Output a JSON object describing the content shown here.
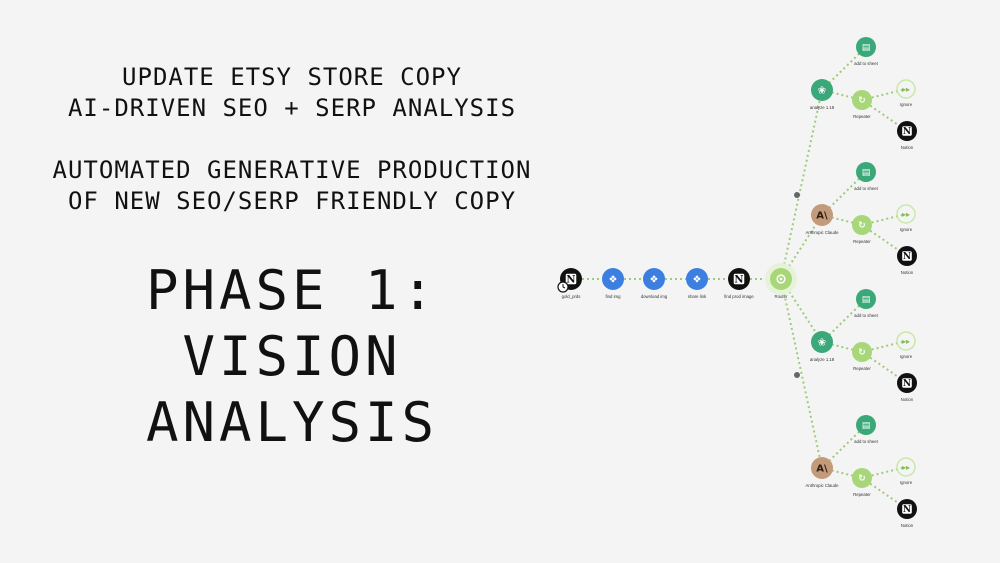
{
  "heading": {
    "line1": "UPDATE ETSY STORE COPY",
    "line2": "AI-DRIVEN SEO + SERP ANALYSIS",
    "line3": "AUTOMATED GENERATIVE PRODUCTION",
    "line4": "OF NEW SEO/SERP FRIENDLY COPY"
  },
  "phase": {
    "line1": "PHASE 1:",
    "line2": "VISION",
    "line3": "ANALYSIS"
  },
  "colors": {
    "notion": "#111111",
    "dropbox": "#3d7fe0",
    "router": "#a8d77a",
    "openai": "#3aa879",
    "anthropic": "#c39a7a",
    "sheets": "#3aa879",
    "repeater": "#a8d77a",
    "ignore": "#c8e8a8",
    "connector": "#9dcb7a"
  },
  "workflow": {
    "main": [
      {
        "id": "m1",
        "label": "gold_prds",
        "icon": "notion-icon",
        "kind": "notion"
      },
      {
        "id": "m2",
        "label": "find img",
        "icon": "dropbox-icon",
        "kind": "dropbox"
      },
      {
        "id": "m3",
        "label": "download img",
        "icon": "dropbox-icon",
        "kind": "dropbox"
      },
      {
        "id": "m4",
        "label": "share link",
        "icon": "dropbox-icon",
        "kind": "dropbox"
      },
      {
        "id": "m5",
        "label": "find prod image",
        "icon": "notion-icon",
        "kind": "notion"
      },
      {
        "id": "m6",
        "label": "Router",
        "icon": "router-icon",
        "kind": "router"
      }
    ],
    "branches": [
      {
        "ai": {
          "label": "analyze 1.18",
          "icon": "openai-icon",
          "kind": "openai"
        }
      },
      {
        "ai": {
          "label": "Anthropic Claude",
          "icon": "anthropic-icon",
          "kind": "anthropic"
        }
      },
      {
        "ai": {
          "label": "analyze 1.18",
          "icon": "openai-icon",
          "kind": "openai"
        }
      },
      {
        "ai": {
          "label": "Anthropic Claude",
          "icon": "anthropic-icon",
          "kind": "anthropic"
        }
      }
    ],
    "sheet_label": "add to sheet",
    "repeater_label": "Repeater",
    "ignore_label": "Ignore",
    "notion_label": "Notion"
  }
}
